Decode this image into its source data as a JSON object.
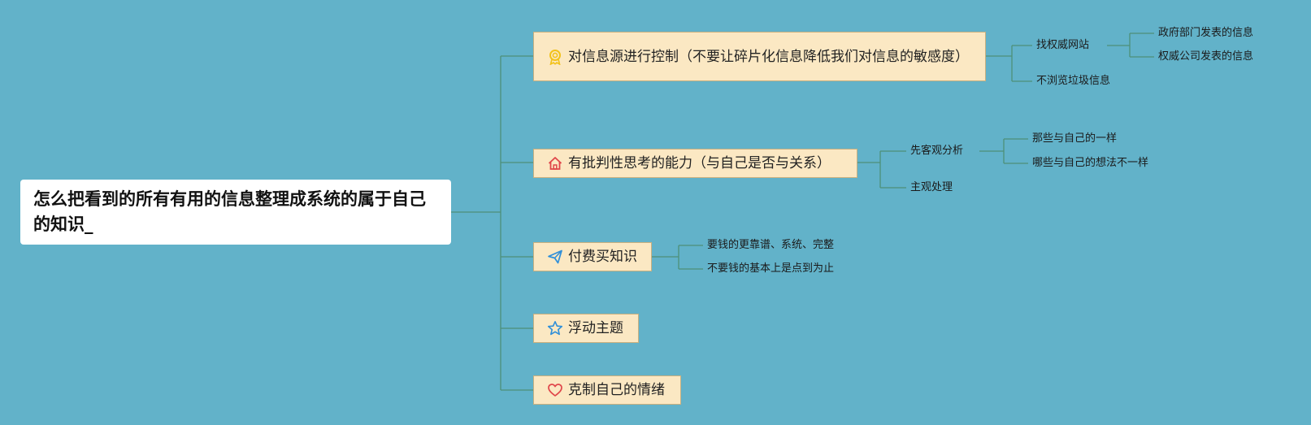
{
  "root": {
    "title": "怎么把看到的所有有用的信息整理成系统的属于自己的知识_"
  },
  "branches": [
    {
      "label": "对信息源进行控制（不要让碎片化信息降低我们对信息的敏感度）",
      "icon": "award-ribbon-icon",
      "icon_color": "#f2c21a",
      "children": [
        {
          "label": "找权威网站",
          "children": [
            "政府部门发表的信息",
            "权威公司发表的信息"
          ]
        },
        {
          "label": "不浏览垃圾信息",
          "children": []
        }
      ]
    },
    {
      "label": "有批判性思考的能力（与自己是否与关系）",
      "icon": "home-icon",
      "icon_color": "#e0464a",
      "children": [
        {
          "label": "先客观分析",
          "children": [
            "那些与自己的一样",
            "哪些与自己的想法不一样"
          ]
        },
        {
          "label": "主观处理",
          "children": []
        }
      ]
    },
    {
      "label": "付费买知识",
      "icon": "paper-plane-icon",
      "icon_color": "#2f8fd9",
      "children": [
        {
          "label": "要钱的更靠谱、系统、完整",
          "children": []
        },
        {
          "label": "不要钱的基本上是点到为止",
          "children": []
        }
      ]
    },
    {
      "label": "浮动主题",
      "icon": "star-outline-icon",
      "icon_color": "#2f8fd9",
      "children": []
    },
    {
      "label": "克制自己的情绪",
      "icon": "heart-outline-icon",
      "icon_color": "#e0464a",
      "children": []
    }
  ],
  "colors": {
    "background": "#62b2c9",
    "branch_fill": "#fbe8c3",
    "branch_border": "#c9b07f",
    "connector": "#4e8f78"
  }
}
